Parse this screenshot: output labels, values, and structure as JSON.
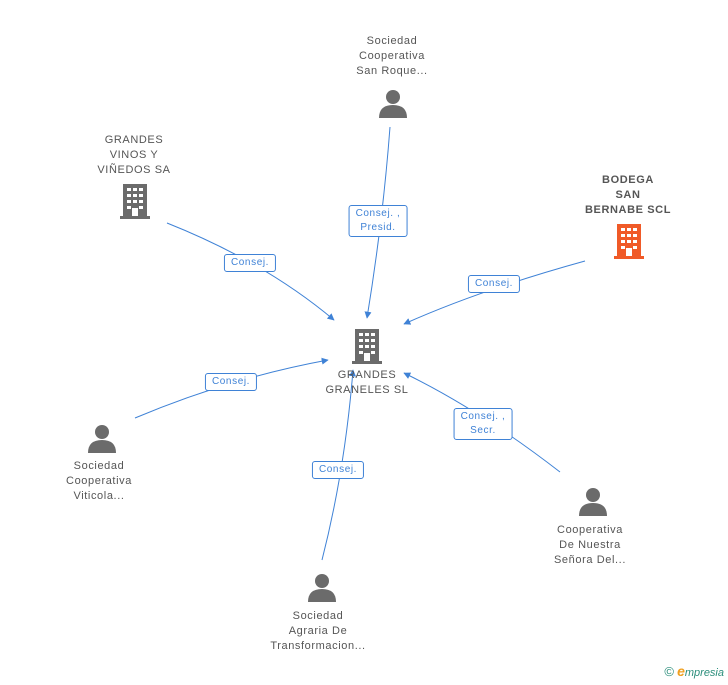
{
  "colors": {
    "edge": "#3f82d6",
    "company": "#6b6b6b",
    "company_highlight": "#f05a28",
    "person": "#6b6b6b"
  },
  "center": {
    "lines": [
      "GRANDES",
      "GRANELES SL"
    ],
    "icon": "building-icon"
  },
  "nodes": [
    {
      "id": "san-roque",
      "icon": "person-icon",
      "lines": [
        "Sociedad",
        "Cooperativa",
        "San Roque..."
      ]
    },
    {
      "id": "grandes-vinos",
      "icon": "building-icon",
      "lines": [
        "GRANDES",
        "VINOS Y",
        "VIÑEDOS SA"
      ]
    },
    {
      "id": "bodega-san-bernabe",
      "icon": "building-icon",
      "highlight": true,
      "lines": [
        "BODEGA",
        "SAN",
        "BERNABE SCL"
      ]
    },
    {
      "id": "viticola",
      "icon": "person-icon",
      "lines": [
        "Sociedad",
        "Cooperativa",
        "Viticola..."
      ]
    },
    {
      "id": "nuestra-senora",
      "icon": "person-icon",
      "lines": [
        "Cooperativa",
        "De Nuestra",
        "Señora Del..."
      ]
    },
    {
      "id": "agraria",
      "icon": "person-icon",
      "lines": [
        "Sociedad",
        "Agraria De",
        "Transformacion..."
      ]
    }
  ],
  "edges": [
    {
      "from": "san-roque",
      "lines": [
        "Consej. ,",
        "Presid."
      ]
    },
    {
      "from": "grandes-vinos",
      "lines": [
        "Consej."
      ]
    },
    {
      "from": "bodega-san-bernabe",
      "lines": [
        "Consej."
      ]
    },
    {
      "from": "viticola",
      "lines": [
        "Consej."
      ]
    },
    {
      "from": "nuestra-senora",
      "lines": [
        "Consej. ,",
        "Secr."
      ]
    },
    {
      "from": "agraria",
      "lines": [
        "Consej."
      ]
    }
  ],
  "footer": {
    "copyright": "©",
    "brand_initial": "e",
    "brand_rest": "mpresia"
  }
}
